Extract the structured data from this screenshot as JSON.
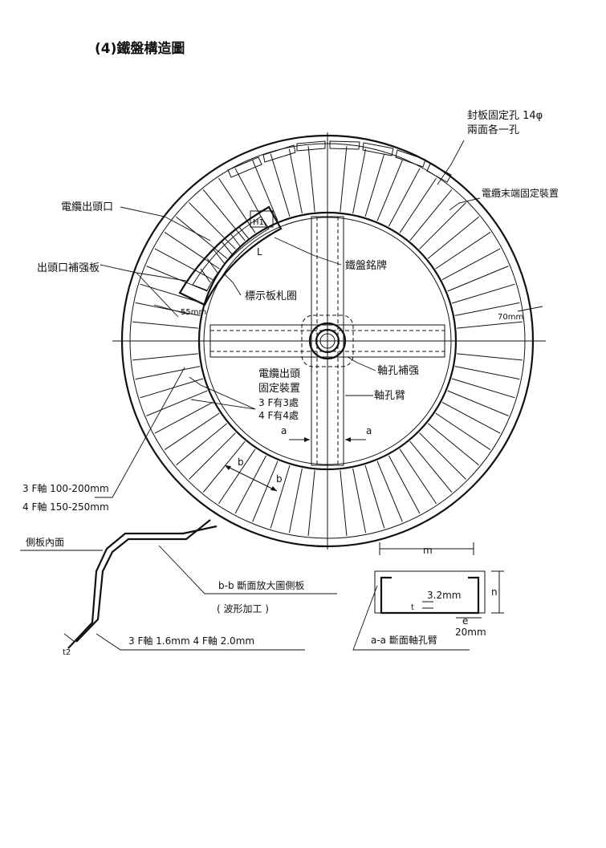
{
  "title": "(4)鐵盤構造圖",
  "labels": {
    "seal_hole": "封板固定孔 14φ",
    "seal_hole_2": "兩面各一孔",
    "cable_end_fixture": "電纜末端固定裝置",
    "cable_outlet": "電纜出頭口",
    "outlet_reinforce": "出頭口補强板",
    "nameplate": "鐵盤銘牌",
    "label_plate_ring": "標示板札圈",
    "dim_55": "55mm",
    "dim_70": "70mm",
    "dim_H1": "H1",
    "dim_L": "L",
    "cable_outlet_fix_1": "電纜出頭",
    "cable_outlet_fix_2": "固定裝置",
    "cable_outlet_fix_3": "3 F有3處",
    "cable_outlet_fix_4": "4 F有4處",
    "shaft_reinforce": "軸孔補强",
    "shaft_tube": "軸孔臂",
    "sec_a_left": "a",
    "sec_a_right": "a",
    "sec_b_1": "b",
    "sec_b_2": "b",
    "axle_3f": "3 F軸 100-200mm",
    "axle_4f": "4 F軸 150-250mm",
    "side_inner": "側板內面",
    "bb_section": "b-b 斷面放大圖側板",
    "corrugated": "( 波形加工 )",
    "t2": "t2",
    "thickness": "3 F軸  1.6mm      4 F軸  2.0mm",
    "dim_m": "m",
    "dim_n": "n",
    "dim_t": "t",
    "dim_32": "3.2mm",
    "dim_e": "e",
    "dim_20": "20mm",
    "aa_section": "a-a 斷面軸孔臂"
  }
}
